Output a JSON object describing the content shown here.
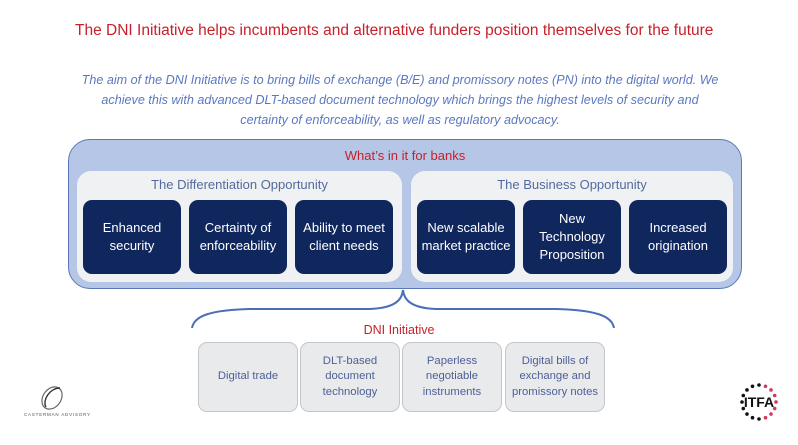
{
  "title": "The DNI Initiative helps incumbents and alternative funders position themselves for the future",
  "intro": "The aim of the DNI Initiative is to bring bills of exchange (B/E) and promissory notes (PN) into the digital world. We achieve this with advanced DLT-based document technology which brings the highest levels of security and certainty of enforceability, as well as regulatory advocacy.",
  "banks": {
    "title": "What’s in it for banks",
    "groups": [
      {
        "title": "The Differentiation Opportunity",
        "cards": [
          "Enhanced security",
          "Certainty of enforceability",
          "Ability to meet client needs"
        ]
      },
      {
        "title": "The Business Opportunity",
        "cards": [
          "New scalable market practice",
          "New Technology Proposition",
          "Increased origination"
        ]
      }
    ]
  },
  "dni": {
    "title": "DNI Initiative",
    "items": [
      "Digital trade",
      "DLT-based document technology",
      "Paperless negotiable instruments",
      "Digital bills of exchange and promissory notes"
    ]
  },
  "logos": {
    "left": {
      "icon": "casterman-logo-icon",
      "text": "CASTERMAN ADVISORY"
    },
    "right": {
      "icon": "itfa-logo-icon",
      "text": "ITFA"
    }
  },
  "colors": {
    "accent_red": "#c8202a",
    "intro_blue": "#5a78c2",
    "outer_fill": "#b5c6e6",
    "card_navy": "#10275e",
    "item_text": "#4d5f96"
  }
}
